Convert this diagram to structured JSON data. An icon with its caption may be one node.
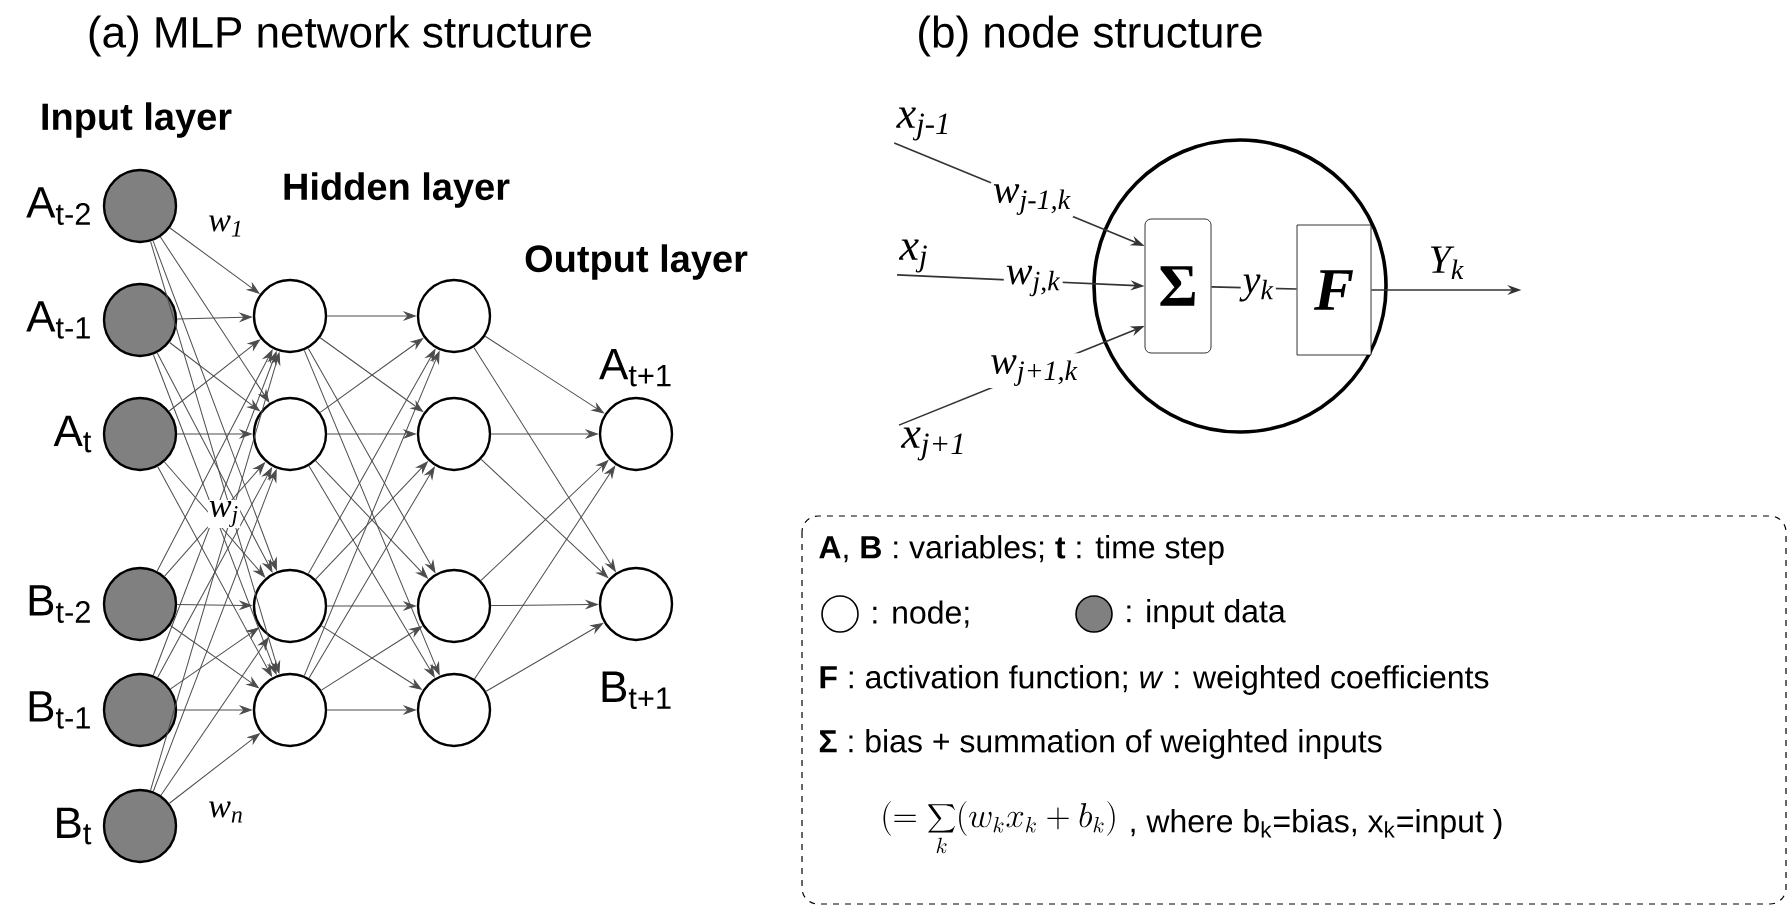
{
  "diagram": {
    "nodes": [
      {
        "text": [],
        "shape": "circle",
        "beside": [
          "A$_{t-2}$"
        ]
      },
      {
        "text": [],
        "shape": "circle",
        "beside": [
          "A$_{t-1}$"
        ]
      },
      {
        "text": [],
        "shape": "circle",
        "beside": [
          "A$_{t}$"
        ]
      },
      {
        "text": [],
        "shape": "circle",
        "beside": [
          "B$_{t-2}$"
        ]
      },
      {
        "text": [],
        "shape": "circle",
        "beside": [
          "B$_{t-1}$"
        ]
      },
      {
        "text": [],
        "shape": "circle",
        "beside": [
          "B$_{t}$"
        ]
      },
      {
        "text": [],
        "shape": "circle"
      },
      {
        "text": [],
        "shape": "circle"
      },
      {
        "text": [],
        "shape": "circle"
      },
      {
        "text": [],
        "shape": "circle"
      },
      {
        "text": [],
        "shape": "circle"
      },
      {
        "text": [],
        "shape": "circle"
      },
      {
        "text": [],
        "shape": "circle"
      },
      {
        "text": [],
        "shape": "circle"
      },
      {
        "text": [],
        "shape": "circle",
        "beside": [
          "A$_{t+1}$"
        ]
      },
      {
        "text": [],
        "shape": "circle",
        "beside": [
          "B$_{t+1}$"
        ]
      },
      {
        "text": [],
        "shape": "circle"
      },
      {
        "text": [
          "Σ"
        ],
        "in": 16
      },
      {
        "text": [
          "F"
        ],
        "in": 16
      },
      {
        "text": [
          "x$_{j-1}$"
        ]
      },
      {
        "text": [
          "x$_{j}$"
        ]
      },
      {
        "text": [
          "x$_{j+1}$"
        ]
      }
    ],
    "edges": [
      {
        "from": 0,
        "to": 6,
        "arrow": "to"
      },
      {
        "from": 0,
        "to": 7,
        "arrow": "to"
      },
      {
        "from": 0,
        "to": 8,
        "arrow": "to"
      },
      {
        "from": 0,
        "to": 9,
        "arrow": "to"
      },
      {
        "from": 1,
        "to": 6,
        "arrow": "to"
      },
      {
        "from": 1,
        "to": 7,
        "arrow": "to"
      },
      {
        "from": 1,
        "to": 8,
        "arrow": "to"
      },
      {
        "from": 1,
        "to": 9,
        "arrow": "to"
      },
      {
        "from": 2,
        "to": 6,
        "arrow": "to"
      },
      {
        "from": 2,
        "to": 7,
        "arrow": "to"
      },
      {
        "from": 2,
        "to": 8,
        "arrow": "to"
      },
      {
        "from": 2,
        "to": 9,
        "arrow": "to"
      },
      {
        "from": 3,
        "to": 6,
        "arrow": "to"
      },
      {
        "from": 3,
        "to": 7,
        "arrow": "to"
      },
      {
        "from": 3,
        "to": 8,
        "arrow": "to"
      },
      {
        "from": 3,
        "to": 9,
        "arrow": "to"
      },
      {
        "from": 4,
        "to": 6,
        "arrow": "to"
      },
      {
        "from": 4,
        "to": 7,
        "arrow": "to"
      },
      {
        "from": 4,
        "to": 8,
        "arrow": "to"
      },
      {
        "from": 4,
        "to": 9,
        "arrow": "to"
      },
      {
        "from": 5,
        "to": 6,
        "arrow": "to"
      },
      {
        "from": 5,
        "to": 7,
        "arrow": "to"
      },
      {
        "from": 5,
        "to": 8,
        "arrow": "to"
      },
      {
        "from": 5,
        "to": 9,
        "arrow": "to"
      },
      {
        "from": 6,
        "to": 10,
        "arrow": "to"
      },
      {
        "from": 6,
        "to": 11,
        "arrow": "to"
      },
      {
        "from": 6,
        "to": 12,
        "arrow": "to"
      },
      {
        "from": 6,
        "to": 13,
        "arrow": "to"
      },
      {
        "from": 7,
        "to": 10,
        "arrow": "to"
      },
      {
        "from": 7,
        "to": 11,
        "arrow": "to"
      },
      {
        "from": 7,
        "to": 12,
        "arrow": "to"
      },
      {
        "from": 7,
        "to": 13,
        "arrow": "to"
      },
      {
        "from": 8,
        "to": 10,
        "arrow": "to"
      },
      {
        "from": 8,
        "to": 11,
        "arrow": "to"
      },
      {
        "from": 8,
        "to": 12,
        "arrow": "to"
      },
      {
        "from": 8,
        "to": 13,
        "arrow": "to"
      },
      {
        "from": 9,
        "to": 10,
        "arrow": "to"
      },
      {
        "from": 9,
        "to": 11,
        "arrow": "to"
      },
      {
        "from": 9,
        "to": 12,
        "arrow": "to"
      },
      {
        "from": 9,
        "to": 13,
        "arrow": "to"
      },
      {
        "from": 10,
        "to": 14,
        "arrow": "to"
      },
      {
        "from": 10,
        "to": 15,
        "arrow": "to"
      },
      {
        "from": 11,
        "to": 14,
        "arrow": "to"
      },
      {
        "from": 11,
        "to": 15,
        "arrow": "to"
      },
      {
        "from": 12,
        "to": 14,
        "arrow": "to"
      },
      {
        "from": 12,
        "to": 15,
        "arrow": "to"
      },
      {
        "from": 13,
        "to": 14,
        "arrow": "to"
      },
      {
        "from": 13,
        "to": 15,
        "arrow": "to"
      },
      {
        "from": 19,
        "to": 17,
        "arrow": "to",
        "label": "w$_{j-1,k}$"
      },
      {
        "from": 20,
        "to": 17,
        "arrow": "to",
        "label": "w$_{j,k}$"
      },
      {
        "from": 21,
        "to": 17,
        "arrow": "to",
        "label": "w$_{j+1,k}$"
      },
      {
        "from": 17,
        "to": 18,
        "arrow": "none",
        "label": "y$_{k}$"
      },
      {
        "from": 18,
        "to": null,
        "arrow": "to",
        "label": "Y$_{k}$"
      }
    ],
    "labels": [
      "(a) MLP network structure",
      "(b) node structure",
      "Input layer",
      "Hidden layer",
      "Output layer",
      "w$_{1}$",
      "w$_{j}$",
      "w$_{n}$",
      "**A**, **B** : variables; **t** : time step",
      "**F** : activation function; *w* : weighted coefficients",
      "**Σ** : bias + summation of weighted inputs",
      "(=\\sum_{k}(w_{k}x_{k}+b_{k})",
      ", where b$_{k}$=bias, x$_{k}$=input )"
    ],
    "legend": [
      {
        "text": ": node;"
      },
      {
        "text": ": input data"
      }
    ]
  }
}
